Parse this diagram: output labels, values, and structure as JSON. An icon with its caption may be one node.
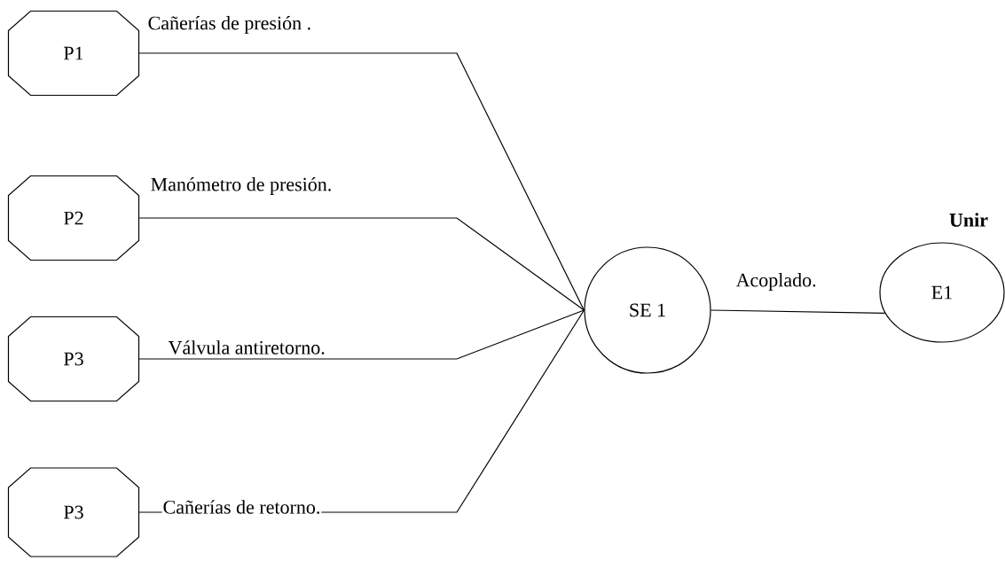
{
  "diagram": {
    "nodes": [
      {
        "text": [
          "P1"
        ]
      },
      {
        "text": [
          "P2"
        ]
      },
      {
        "text": [
          "P3"
        ]
      },
      {
        "text": [
          "P3"
        ]
      },
      {
        "text": [
          "SE 1"
        ]
      },
      {
        "text": [
          "E1"
        ],
        "beside": [
          "Unir"
        ]
      }
    ],
    "edges": [
      {
        "from": 0,
        "to": 4,
        "arrow": "none",
        "label": "Cañerías de presión ."
      },
      {
        "from": 1,
        "to": 4,
        "arrow": "none",
        "label": "Manómetro de presión."
      },
      {
        "from": 2,
        "to": 4,
        "arrow": "none",
        "label": "Válvula antiretorno."
      },
      {
        "from": 3,
        "to": 4,
        "arrow": "none",
        "label": "Cañerías de retorno."
      },
      {
        "from": 4,
        "to": 5,
        "arrow": "none",
        "label": "Acoplado."
      }
    ]
  }
}
